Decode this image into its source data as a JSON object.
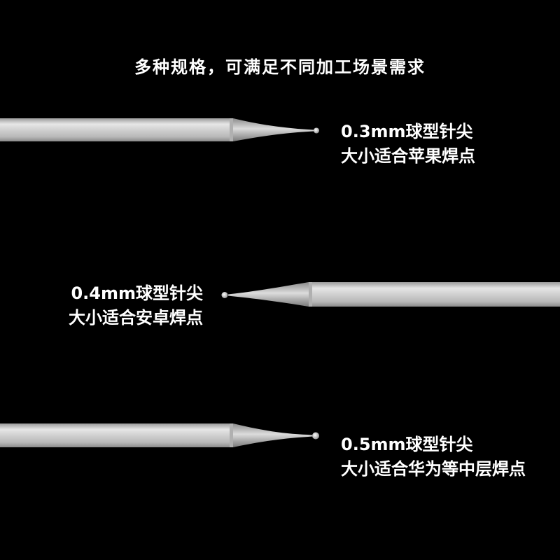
{
  "heading": "多种规格，可满足不同加工场景需求",
  "needles": [
    {
      "size_line": "0.3mm球型针尖",
      "use_line": "大小适合苹果焊点"
    },
    {
      "size_line": "0.4mm球型针尖",
      "use_line": "大小适合安卓焊点"
    },
    {
      "size_line": "0.5mm球型针尖",
      "use_line": "大小适合华为等中层焊点"
    }
  ],
  "colors": {
    "background": "#000000",
    "text": "#ffffff",
    "shaft_light": "#e4e4e4",
    "shaft_dark": "#8e8e8e"
  }
}
